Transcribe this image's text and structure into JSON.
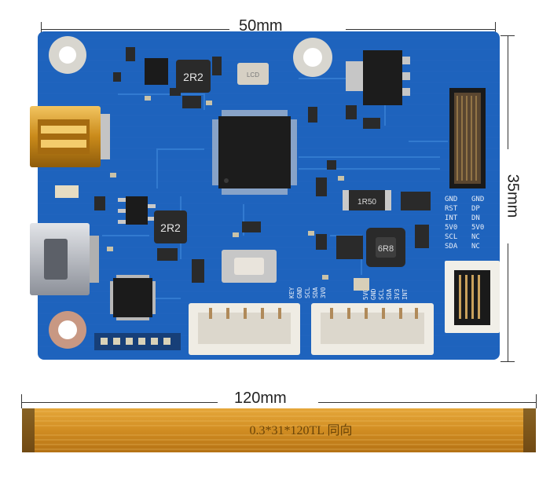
{
  "dimensions": {
    "width_label": "50mm",
    "height_label": "35mm",
    "cable_label": "120mm"
  },
  "board": {
    "color_primary": "#1d5fb8",
    "color_trace": "#2f78d0",
    "inductor_top_label": "2R2",
    "inductor_mid_label": "2R2",
    "resistor_label": "1R50",
    "crystal_label": "LCD",
    "inductor_right_label": "6R8",
    "pins_right_col1": [
      "GND",
      "RST",
      "INT",
      "5V0",
      "SCL",
      "SDA"
    ],
    "pins_right_col2": [
      "GND",
      "DP",
      "DN",
      "5V0",
      "NC",
      "NC"
    ],
    "connector1_pins": [
      "KEY",
      "GND",
      "SCL",
      "SDA",
      "3V0"
    ],
    "connector2_pins": [
      "5V0",
      "GND",
      "SCL",
      "SDA",
      "3V3",
      "INT"
    ]
  },
  "cable": {
    "color": "#d89a2a",
    "print_text": "0.3*31*120TL 同向"
  }
}
